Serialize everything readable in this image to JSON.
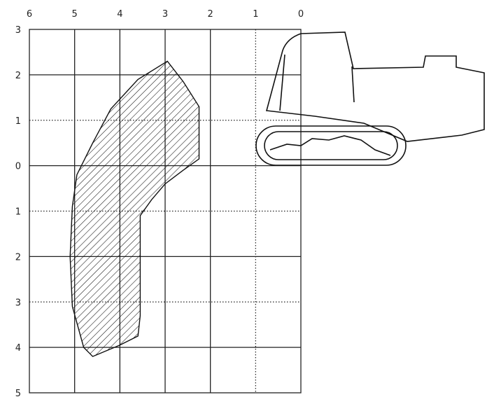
{
  "chart_data": {
    "type": "area",
    "x_ticks": [
      "6",
      "5",
      "4",
      "3",
      "2",
      "1",
      "0"
    ],
    "y_ticks": [
      "3",
      "2",
      "1",
      "0",
      "1",
      "2",
      "3",
      "4",
      "5"
    ],
    "xlim": [
      6,
      0
    ],
    "ylim": [
      -5,
      3
    ],
    "grid": true,
    "series": [
      {
        "values": [
          {
            "x": 2.95,
            "y": 2.3
          },
          {
            "x": 2.6,
            "y": 1.85
          },
          {
            "x": 2.25,
            "y": 1.3
          },
          {
            "x": 2.25,
            "y": 0.15
          },
          {
            "x": 2.6,
            "y": -0.1
          },
          {
            "x": 3.0,
            "y": -0.4
          },
          {
            "x": 3.3,
            "y": -0.75
          },
          {
            "x": 3.55,
            "y": -1.1
          },
          {
            "x": 3.55,
            "y": -3.3
          },
          {
            "x": 3.6,
            "y": -3.75
          },
          {
            "x": 4.0,
            "y": -3.95
          },
          {
            "x": 4.6,
            "y": -4.2
          },
          {
            "x": 4.8,
            "y": -4.0
          },
          {
            "x": 5.05,
            "y": -3.1
          },
          {
            "x": 5.1,
            "y": -2.0
          },
          {
            "x": 5.05,
            "y": -0.9
          },
          {
            "x": 4.95,
            "y": -0.2
          },
          {
            "x": 4.6,
            "y": 0.5
          },
          {
            "x": 4.2,
            "y": 1.25
          },
          {
            "x": 3.6,
            "y": 1.9
          }
        ]
      }
    ]
  }
}
